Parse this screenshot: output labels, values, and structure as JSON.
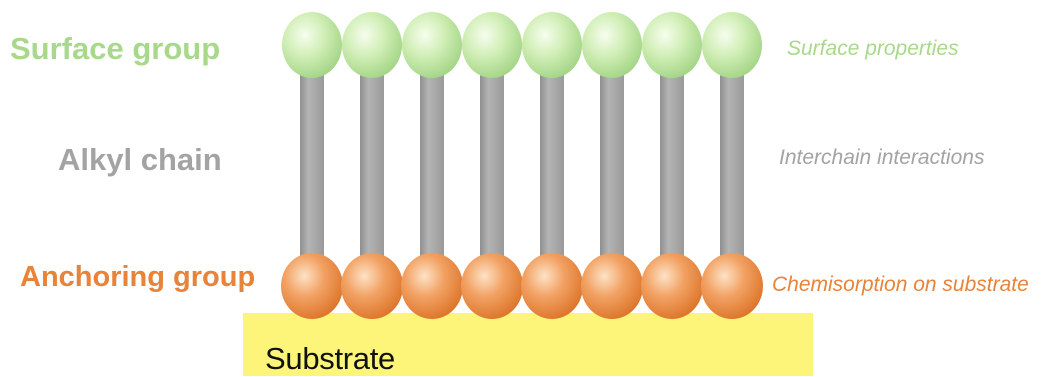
{
  "labels": {
    "surface_group": "Surface group",
    "alkyl_chain": "Alkyl chain",
    "anchoring_group": "Anchoring group",
    "surface_properties": "Surface properties",
    "interchain_interactions": "Interchain interactions",
    "chemisorption": "Chemisorption on substrate",
    "substrate": "Substrate"
  },
  "colors": {
    "surface": "#a8d98a",
    "alkyl": "#a3a3a3",
    "anchoring": "#e8833a",
    "substrate": "#fdf57a"
  },
  "molecule_count": 8
}
